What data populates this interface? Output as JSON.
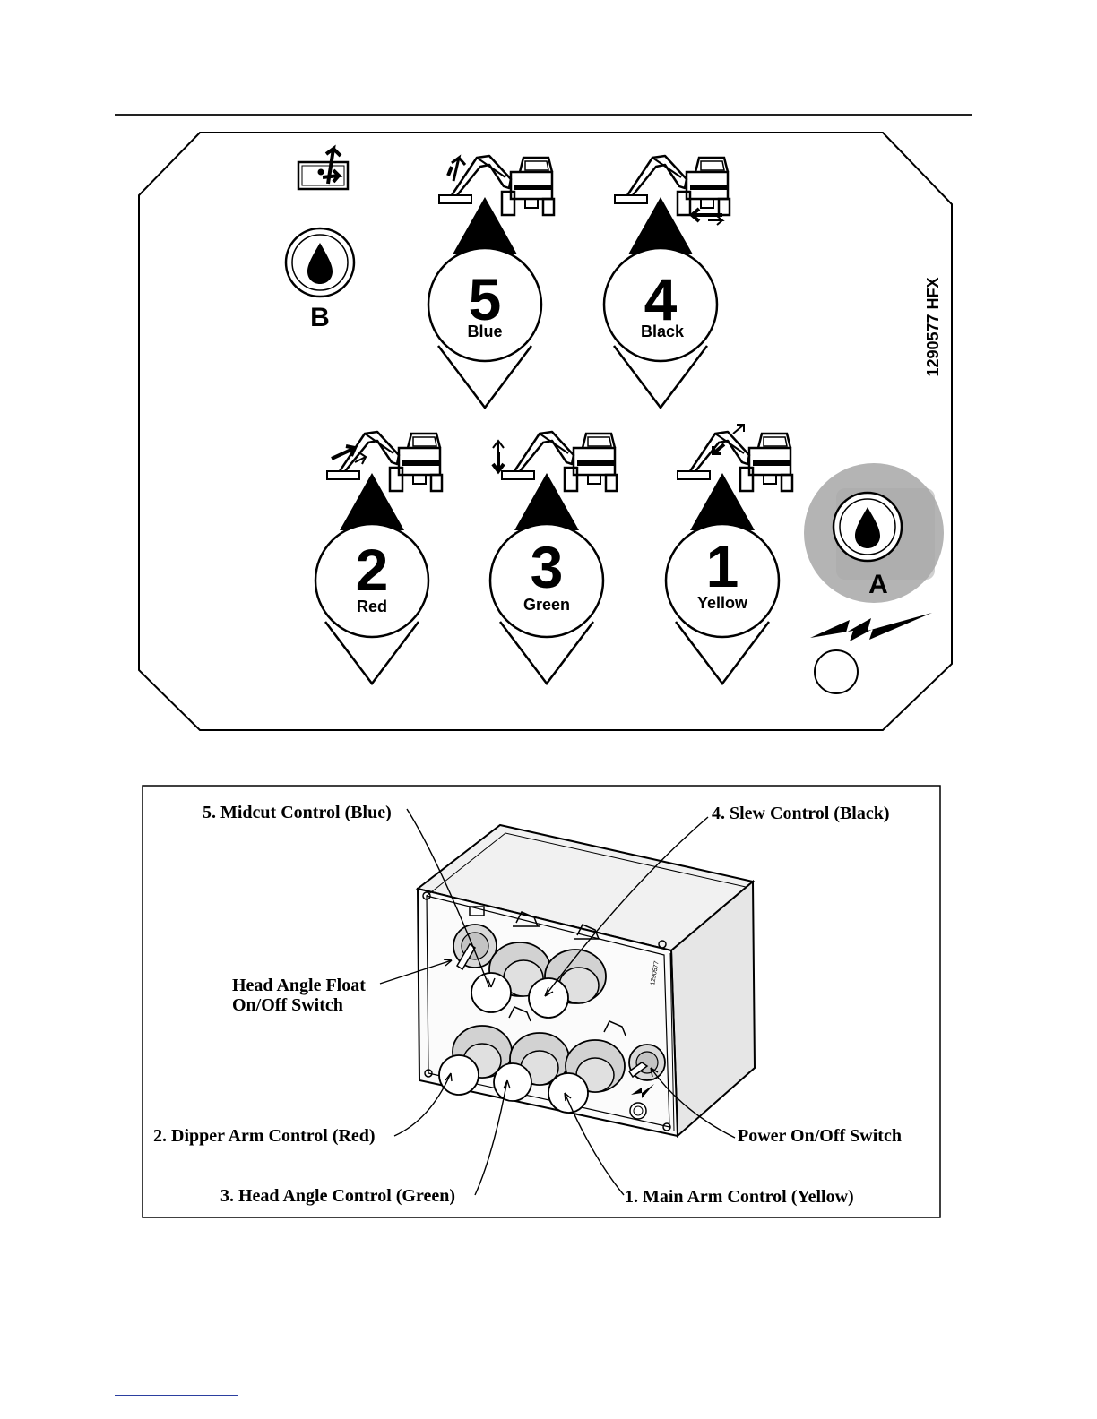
{
  "panel": {
    "part_number": "1290577 HFX",
    "switch_b_letter": "B",
    "switch_a_letter": "A",
    "controls": [
      {
        "number": "5",
        "color_name": "Blue"
      },
      {
        "number": "4",
        "color_name": "Black"
      },
      {
        "number": "2",
        "color_name": "Red"
      },
      {
        "number": "3",
        "color_name": "Green"
      },
      {
        "number": "1",
        "color_name": "Yellow"
      }
    ]
  },
  "callouts": {
    "midcut": "5. Midcut Control (Blue)",
    "slew": "4. Slew Control (Black)",
    "float_line1": "Head Angle Float",
    "float_line2": "On/Off Switch",
    "dipper": "2. Dipper Arm Control (Red)",
    "power": "Power On/Off Switch",
    "head_angle": "3. Head Angle Control (Green)",
    "main_arm": "1. Main Arm Control (Yellow)"
  },
  "colors": {
    "ink": "#000000",
    "switch_a_shade": "#b4b4b4",
    "box_shade": "#e6e6e6",
    "knob_shade": "#d2d2d2"
  }
}
